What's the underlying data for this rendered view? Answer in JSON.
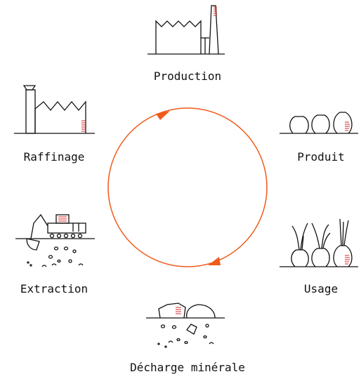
{
  "diagram": {
    "stages": [
      {
        "id": "production",
        "label": "Production",
        "icon": "factory-icon"
      },
      {
        "id": "produit",
        "label": "Produit",
        "icon": "vessels-icon"
      },
      {
        "id": "usage",
        "label": "Usage",
        "icon": "planted-vessels-icon"
      },
      {
        "id": "decharge",
        "label": "Décharge minérale",
        "icon": "landfill-icon"
      },
      {
        "id": "extraction",
        "label": "Extraction",
        "icon": "excavator-icon"
      },
      {
        "id": "raffinage",
        "label": "Raffinage",
        "icon": "refinery-icon"
      }
    ],
    "colors": {
      "cycle": "#f05a1a",
      "ink": "#111111",
      "accent": "#d62828"
    }
  }
}
